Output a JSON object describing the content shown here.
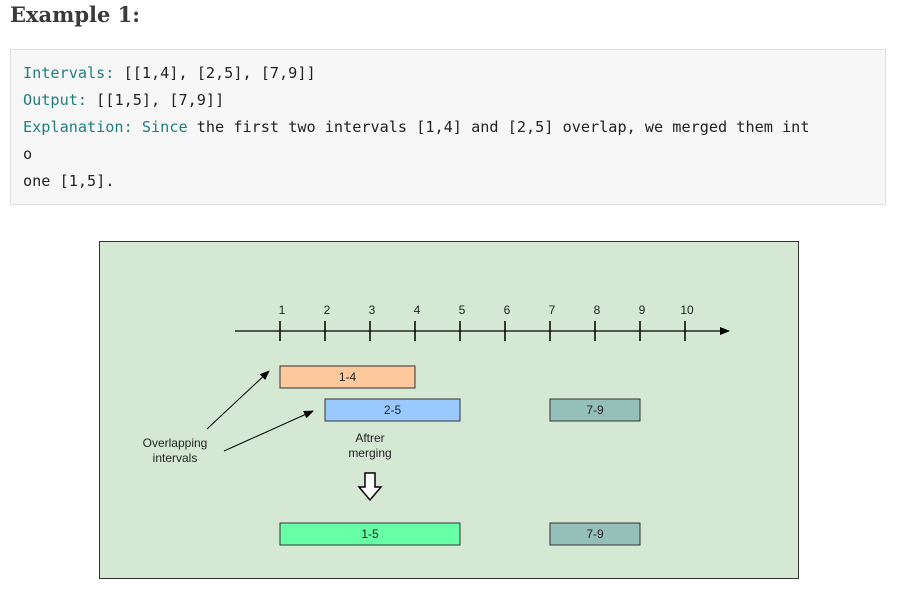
{
  "heading": "Example 1:",
  "code": {
    "line1": {
      "label": "Intervals:",
      "value": "[[1,4], [2,5], [7,9]]"
    },
    "line2": {
      "label": "Output:",
      "value": "[[1,5], [7,9]]"
    },
    "line3": {
      "label": "Explanation:",
      "kw": "Since",
      "text_a": "the first two intervals",
      "iv1": "[1,4]",
      "mid": "and",
      "iv2": "[2,5]",
      "text_b": "overlap, we merged them int"
    },
    "line4": "o",
    "line5": {
      "text": "one",
      "iv": "[1,5]",
      "end": "."
    }
  },
  "diagram": {
    "axis_ticks": [
      "1",
      "2",
      "3",
      "4",
      "5",
      "6",
      "7",
      "8",
      "9",
      "10"
    ],
    "bars_before": [
      {
        "label": "1-4",
        "start": 1,
        "end": 4,
        "row": 0,
        "color": "#fdc89b"
      },
      {
        "label": "2-5",
        "start": 2,
        "end": 5,
        "row": 1,
        "color": "#99c9ff"
      },
      {
        "label": "7-9",
        "start": 7,
        "end": 9,
        "row": 1,
        "color": "#95bfb9"
      }
    ],
    "bars_after": [
      {
        "label": "1-5",
        "start": 1,
        "end": 5,
        "color": "#66ffa6"
      },
      {
        "label": "7-9",
        "start": 7,
        "end": 9,
        "color": "#95bfb9"
      }
    ],
    "overlap_note_line1": "Overlapping",
    "overlap_note_line2": "intervals",
    "merge_note_line1": "Aftrer",
    "merge_note_line2": "merging",
    "background_color": "#d5e8d4"
  }
}
